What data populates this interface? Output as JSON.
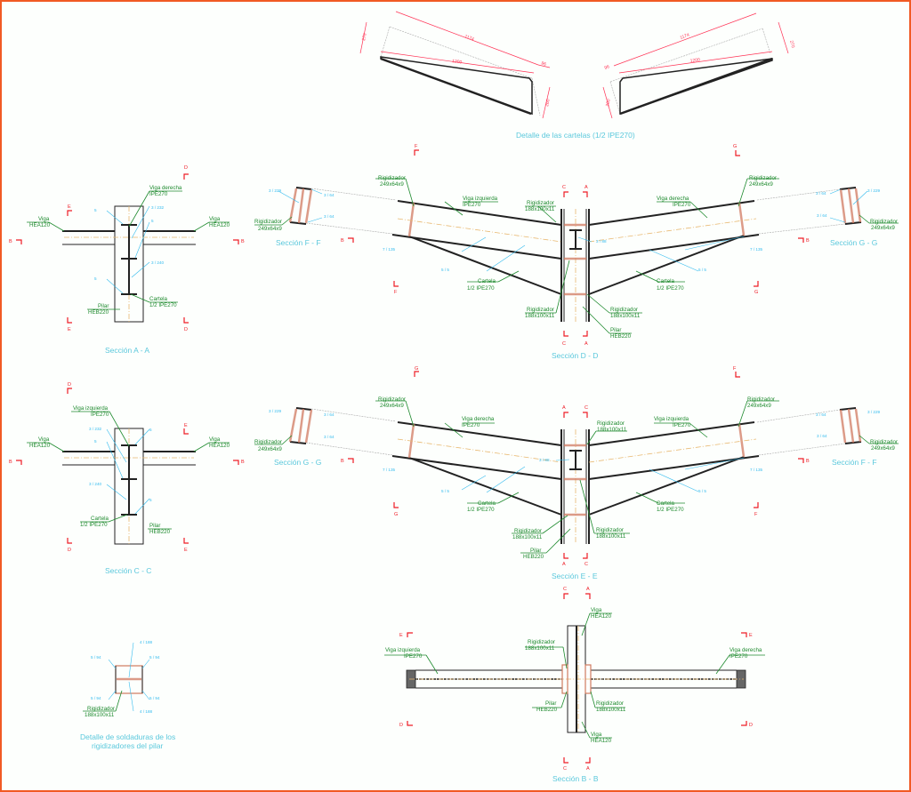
{
  "drawing": {
    "cartelas": {
      "title": "Detalle de las cartelas (1/2 IPE270)",
      "left": {
        "dim_long": "1174",
        "dim_base": "1200",
        "dim_h1": "270",
        "dim_h2": "260",
        "dim_small": "96"
      },
      "right": {
        "dim_long": "1174",
        "dim_base": "1200",
        "dim_h1": "270",
        "dim_h2": "260",
        "dim_small": "96"
      }
    },
    "section_aa": {
      "title": "Sección A - A",
      "labels": [
        {
          "name": "Viga derecha",
          "spec": "IPE270"
        },
        {
          "name": "Viga",
          "spec": "HEA120"
        },
        {
          "name": "Viga",
          "spec": "HEA120"
        },
        {
          "name": "Cartela",
          "spec": "1/2 IPE270"
        },
        {
          "name": "Pilar",
          "spec": "HEB220"
        }
      ],
      "welds": [
        "3 / 232",
        "3 / 240",
        "5",
        "5",
        "5"
      ]
    },
    "section_dd": {
      "title": "Sección D - D",
      "labels": [
        {
          "name": "Rigidizador",
          "spec": "249x64x9"
        },
        {
          "name": "Viga izquierda",
          "spec": "IPE270"
        },
        {
          "name": "Rigidizador",
          "spec": "188x100x11"
        },
        {
          "name": "Viga derecha",
          "spec": "IPE270"
        },
        {
          "name": "Rigidizador",
          "spec": "249x64x9"
        },
        {
          "name": "Cartela",
          "spec": "1/2 IPE270"
        },
        {
          "name": "Cartela",
          "spec": "1/2 IPE270"
        },
        {
          "name": "Rigidizador",
          "spec": "188x100x11"
        },
        {
          "name": "Rigidizador",
          "spec": "188x100x11"
        },
        {
          "name": "Pilar",
          "spec": "HEB220"
        }
      ],
      "welds": [
        "7 / 135",
        "7 / 135",
        "5 / 5",
        "5 / 5",
        "3 / 88"
      ]
    },
    "section_ff_left": {
      "title": "Sección F - F",
      "label": {
        "name": "Rigidizador",
        "spec": "249x64x9"
      },
      "welds": [
        "3 / 229",
        "3 / 64",
        "3 / 64"
      ]
    },
    "section_gg_right": {
      "title": "Sección G - G",
      "label": {
        "name": "Rigidizador",
        "spec": "249x64x9"
      },
      "welds": [
        "3 / 229",
        "3 / 64",
        "3 / 64"
      ]
    },
    "section_cc": {
      "title": "Sección C - C",
      "labels": [
        {
          "name": "Viga izquierda",
          "spec": "IPE270"
        },
        {
          "name": "Viga",
          "spec": "HEA120"
        },
        {
          "name": "Viga",
          "spec": "HEA120"
        },
        {
          "name": "Cartela",
          "spec": "1/2 IPE270"
        },
        {
          "name": "Pilar",
          "spec": "HEB220"
        }
      ],
      "welds": [
        "3 / 232",
        "3 / 240",
        "5",
        "5",
        "5"
      ]
    },
    "section_ee": {
      "title": "Sección E - E",
      "labels": [
        {
          "name": "Rigidizador",
          "spec": "249x64x9"
        },
        {
          "name": "Viga derecha",
          "spec": "IPE270"
        },
        {
          "name": "Rigidizador",
          "spec": "188x100x11"
        },
        {
          "name": "Viga izquierda",
          "spec": "IPE270"
        },
        {
          "name": "Rigidizador",
          "spec": "249x64x9"
        },
        {
          "name": "Cartela",
          "spec": "1/2 IPE270"
        },
        {
          "name": "Cartela",
          "spec": "1/2 IPE270"
        },
        {
          "name": "Rigidizador",
          "spec": "188x100x11"
        },
        {
          "name": "Rigidizador",
          "spec": "188x100x11"
        },
        {
          "name": "Pilar",
          "spec": "HEB220"
        }
      ],
      "welds": [
        "7 / 135",
        "7 / 135",
        "5 / 5",
        "5 / 5",
        "3 / 88"
      ]
    },
    "section_gg_left": {
      "title": "Sección G - G",
      "label": {
        "name": "Rigidizador",
        "spec": "249x64x9"
      },
      "welds": [
        "3 / 229",
        "3 / 64",
        "3 / 64"
      ]
    },
    "section_ff_right": {
      "title": "Sección F - F",
      "label": {
        "name": "Rigidizador",
        "spec": "249x64x9"
      },
      "welds": [
        "3 / 229",
        "3 / 64",
        "3 / 64"
      ]
    },
    "detail_welds": {
      "title_line1": "Detalle de soldaduras de los",
      "title_line2": "rigidizadores del pilar",
      "label": {
        "name": "Rigidizador",
        "spec": "188x100x11"
      },
      "welds": [
        "4 / 188",
        "5 / 94",
        "5 / 94",
        "5 / 94",
        "5 / 94",
        "4 / 188"
      ]
    },
    "section_bb": {
      "title": "Sección B - B",
      "labels": [
        {
          "name": "Viga",
          "spec": "HEA120"
        },
        {
          "name": "Rigidizador",
          "spec": "188x100x11"
        },
        {
          "name": "Viga izquierda",
          "spec": "IPE270"
        },
        {
          "name": "Viga derecha",
          "spec": "IPE270"
        },
        {
          "name": "Pilar",
          "spec": "HEB220"
        },
        {
          "name": "Rigidizador",
          "spec": "188x100x11"
        },
        {
          "name": "Viga",
          "spec": "HEA120"
        }
      ]
    },
    "section_marks": {
      "A": "A",
      "B": "B",
      "C": "C",
      "D": "D",
      "E": "E",
      "F": "F",
      "G": "G"
    },
    "colors": {
      "frame": "#f15a24",
      "title": "#5bc8dc",
      "label": "#1e8a2e",
      "dimension": "#ff3355",
      "weld": "#33bbee",
      "section_mark": "#ee1c25"
    }
  }
}
